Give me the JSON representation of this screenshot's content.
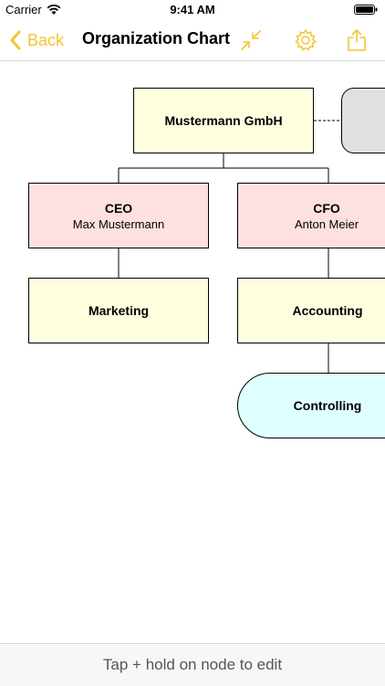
{
  "status_bar": {
    "carrier": "Carrier",
    "time": "9:41 AM"
  },
  "nav": {
    "back_label": "Back",
    "title": "Organization Chart",
    "icons": [
      "collapse-icon",
      "settings-icon",
      "share-icon"
    ],
    "accent_color": "#f4c430"
  },
  "org": {
    "company": {
      "title": "Mustermann GmbH"
    },
    "ceo": {
      "title": "CEO",
      "name": "Max Mustermann"
    },
    "cfo": {
      "title": "CFO",
      "name": "Anton Meier"
    },
    "marketing": {
      "title": "Marketing"
    },
    "accounting": {
      "title": "Accounting"
    },
    "controlling": {
      "title": "Controlling"
    }
  },
  "node_colors": {
    "yellow": "#ffffe0",
    "pink": "#ffe0e0",
    "cyan": "#e0ffff",
    "gray": "#e0e0e0"
  },
  "footer": {
    "hint": "Tap + hold on node to edit"
  }
}
